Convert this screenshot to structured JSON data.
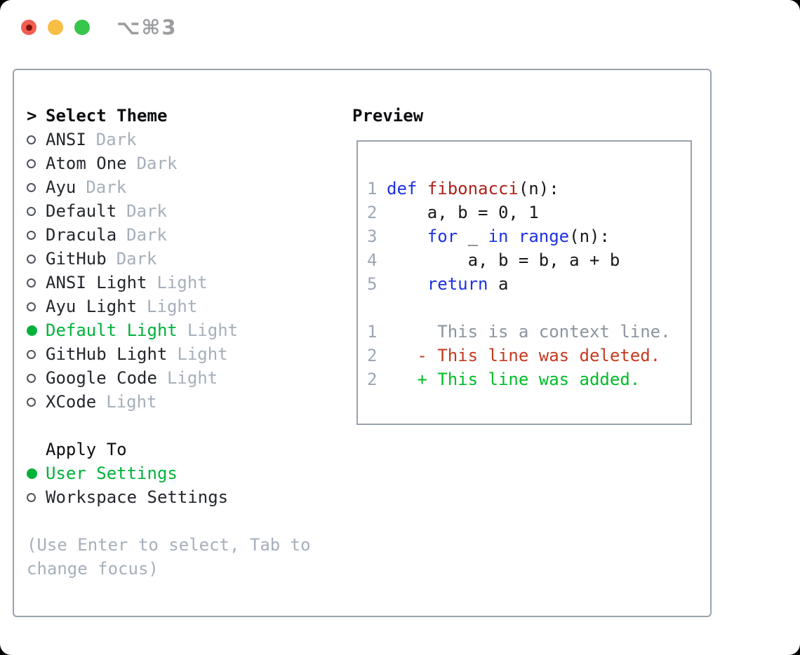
{
  "window": {
    "titlebar": {
      "title": "⌥⌘3",
      "buttons": [
        {
          "name": "close",
          "color": "#f25e51",
          "has_dot": true
        },
        {
          "name": "minimize",
          "color": "#f8bd44",
          "has_dot": false
        },
        {
          "name": "zoom",
          "color": "#36c64b",
          "has_dot": false
        }
      ]
    }
  },
  "theme_picker": {
    "prompt": ">",
    "heading": "Select Theme",
    "themes": [
      {
        "name": "ANSI",
        "tag": "Dark",
        "selected": false
      },
      {
        "name": "Atom One",
        "tag": "Dark",
        "selected": false
      },
      {
        "name": "Ayu",
        "tag": "Dark",
        "selected": false
      },
      {
        "name": "Default",
        "tag": "Dark",
        "selected": false
      },
      {
        "name": "Dracula",
        "tag": "Dark",
        "selected": false
      },
      {
        "name": "GitHub",
        "tag": "Dark",
        "selected": false
      },
      {
        "name": "ANSI Light",
        "tag": "Light",
        "selected": false
      },
      {
        "name": "Ayu Light",
        "tag": "Light",
        "selected": false
      },
      {
        "name": "Default Light",
        "tag": "Light",
        "selected": true
      },
      {
        "name": "GitHub Light",
        "tag": "Light",
        "selected": false
      },
      {
        "name": "Google Code",
        "tag": "Light",
        "selected": false
      },
      {
        "name": "XCode",
        "tag": "Light",
        "selected": false
      }
    ],
    "apply_heading": "Apply To",
    "apply_options": [
      {
        "name": "User Settings",
        "selected": true
      },
      {
        "name": "Workspace Settings",
        "selected": false
      }
    ],
    "hint": "(Use Enter to select, Tab to change focus)"
  },
  "preview": {
    "heading": "Preview",
    "lines": [
      {
        "num": "1",
        "segments": [
          {
            "t": "def",
            "r": "keyword"
          },
          {
            "t": " ",
            "r": "plain"
          },
          {
            "t": "fibonacci",
            "r": "function"
          },
          {
            "t": "(n):",
            "r": "plain"
          }
        ]
      },
      {
        "num": "2",
        "segments": [
          {
            "t": "    a, b = 0, 1",
            "r": "plain"
          }
        ]
      },
      {
        "num": "3",
        "segments": [
          {
            "t": "    ",
            "r": "plain"
          },
          {
            "t": "for",
            "r": "keyword"
          },
          {
            "t": " _ ",
            "r": "plain"
          },
          {
            "t": "in",
            "r": "keyword"
          },
          {
            "t": " ",
            "r": "plain"
          },
          {
            "t": "range",
            "r": "keyword"
          },
          {
            "t": "(n):",
            "r": "plain"
          }
        ]
      },
      {
        "num": "4",
        "segments": [
          {
            "t": "        a, b = b, a + b",
            "r": "plain"
          }
        ]
      },
      {
        "num": "5",
        "segments": [
          {
            "t": "    ",
            "r": "plain"
          },
          {
            "t": "return",
            "r": "keyword"
          },
          {
            "t": " a",
            "r": "plain"
          }
        ]
      },
      {
        "num": "",
        "segments": []
      },
      {
        "num": "1",
        "segments": [
          {
            "t": "     This is a context line.",
            "r": "context"
          }
        ]
      },
      {
        "num": "2",
        "segments": [
          {
            "t": "   - This line was deleted.",
            "r": "deleted"
          }
        ]
      },
      {
        "num": "2",
        "segments": [
          {
            "t": "   + This line was added.",
            "r": "added"
          }
        ]
      }
    ],
    "syntax_colors": {
      "keyword": "#1d32e2",
      "function": "#ad211b",
      "plain": "#17181b",
      "context": "#8b949e",
      "deleted": "#c53a20",
      "added": "#00bd27",
      "line_number": "#9ca7b4"
    }
  },
  "ui_colors": {
    "panel_border": "#99a2ad",
    "selected_green": "#00b23a",
    "muted_gray": "#a6afbb",
    "text_dark": "#24272d",
    "heading_black": "#0c0d10",
    "radio_ring": "#4e545c",
    "title_gray": "#9b9ca0",
    "traffic_red": "#f25e51",
    "traffic_red_dot": "#7d130e",
    "traffic_yellow": "#f8bd44",
    "traffic_green": "#36c64b"
  }
}
